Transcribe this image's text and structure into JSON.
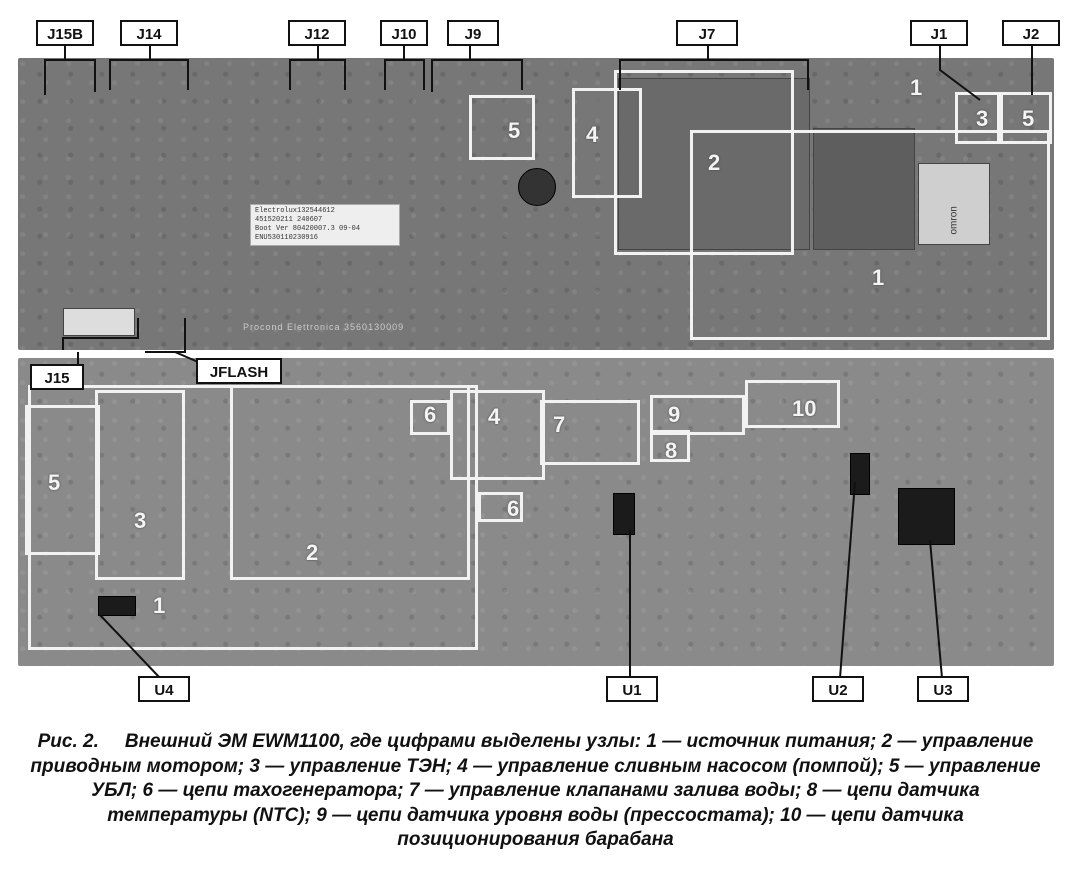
{
  "callouts": {
    "j15b": "J15B",
    "j14": "J14",
    "j12": "J12",
    "j10": "J10",
    "j9": "J9",
    "j7": "J7",
    "j1": "J1",
    "j2": "J2",
    "j15": "J15",
    "jflash": "JFLASH",
    "u4": "U4",
    "u1": "U1",
    "u2": "U2",
    "u3": "U3"
  },
  "top_board": {
    "sticker_lines": [
      "Electrolux132544612",
      "451520211     240607",
      "Boot Ver 80420007.3  09-04",
      "ENU530110230916"
    ],
    "silkscreen": "Procond Elettronica 3560130009",
    "relay_label": "omron",
    "zone_numbers": [
      "5",
      "4",
      "2",
      "1",
      "3",
      "5",
      "1"
    ]
  },
  "bottom_board": {
    "zone_numbers": [
      "5",
      "3",
      "2",
      "1",
      "6",
      "4",
      "7",
      "9",
      "8",
      "10",
      "6"
    ]
  },
  "caption": {
    "figure_label": "Рис. 2.",
    "text": "Внешний ЭМ EWM1100, где цифрами выделены узлы: 1 — источник питания; 2 — управление приводным мотором; 3 — управление ТЭН; 4 — управление сливным насосом (помпой); 5 — управление УБЛ; 6 — цепи тахогенератора; 7 — управление клапанами залива воды; 8 — цепи датчика температуры (NTC); 9 — цепи датчика уровня воды (прессостата); 10 — цепи датчика позиционирования барабана"
  }
}
